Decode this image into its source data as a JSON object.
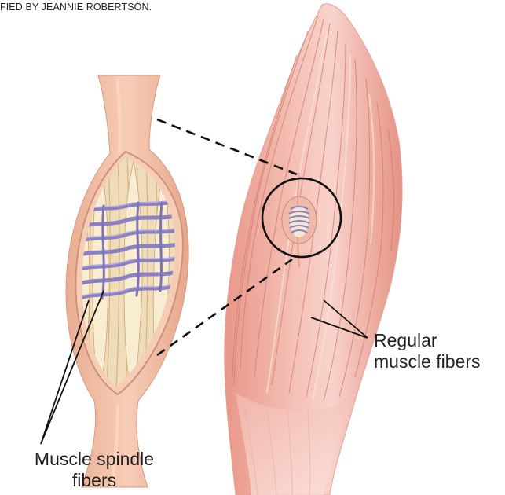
{
  "credit": "FIED BY JEANNIE ROBERTSON.",
  "labels": {
    "regular_line1": "Regular",
    "regular_line2": "muscle fibers",
    "spindle_line1": "Muscle spindle",
    "spindle_line2": "fibers"
  },
  "colors": {
    "muscle_light": "#f7d2ca",
    "muscle_mid": "#eea79c",
    "muscle_dark": "#d9877c",
    "spindle_skin": "#f3c2aa",
    "spindle_fiber_cream": "#f6e6c4",
    "spindle_fiber_tan": "#d8b88e",
    "spindle_wrap_purple": "#8c82c4",
    "line_black": "#111111"
  }
}
